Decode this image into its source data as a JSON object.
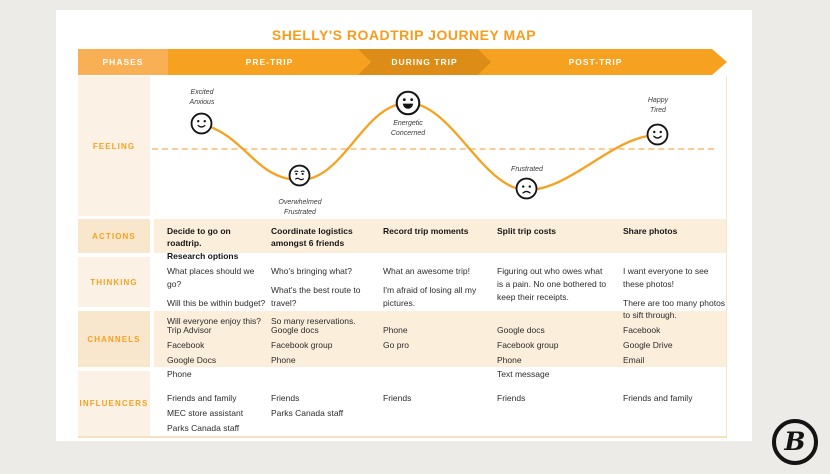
{
  "title": "SHELLY'S ROADTRIP JOURNEY MAP",
  "colors": {
    "accent": "#F7A120",
    "accent_dark": "#DD8D17",
    "accent_light": "#F9B055",
    "band_peach": "#FBEEDB",
    "label_peach": "#FBF2E5",
    "text": "#2D2D2D"
  },
  "phases": {
    "row_label": "PHASES",
    "pre": "PRE-TRIP",
    "during": "DURING TRIP",
    "post": "POST-TRIP"
  },
  "feeling": {
    "row_label": "FEELING",
    "points": [
      {
        "icon": "slight-smile-face-icon",
        "labels": [
          "Excited",
          "Anxious"
        ]
      },
      {
        "icon": "uneasy-face-icon",
        "labels": [
          "Overwhelmed",
          "Frustrated"
        ]
      },
      {
        "icon": "grinning-face-icon",
        "labels": [
          "Energetic",
          "Concerned"
        ]
      },
      {
        "icon": "frowning-face-icon",
        "labels": [
          "Frustrated"
        ]
      },
      {
        "icon": "smiling-face-icon",
        "labels": [
          "Happy",
          "Tired"
        ]
      }
    ]
  },
  "actions": {
    "row_label": "ACTIONS",
    "columns": [
      [
        "Decide to go on roadtrip.",
        "Research options"
      ],
      [
        "Coordinate logistics",
        "amongst 6 friends"
      ],
      [
        "Record trip moments"
      ],
      [
        "Split trip costs"
      ],
      [
        "Share photos"
      ]
    ]
  },
  "thinking": {
    "row_label": "THINKING",
    "columns": [
      [
        "What places should we go?",
        "Will this be within budget?",
        "Will everyone enjoy this?"
      ],
      [
        "Who's bringing what?",
        "What's the best route to travel?",
        "So many reservations."
      ],
      [
        "What an awesome trip!",
        "I'm afraid of losing all my pictures."
      ],
      [
        "Figuring out who owes what is a pain. No one bothered to keep their receipts."
      ],
      [
        "I want everyone to see these photos!",
        "There are too many photos to sift through."
      ]
    ]
  },
  "channels": {
    "row_label": "CHANNELS",
    "columns": [
      [
        "Trip Advisor",
        "Facebook",
        "Google Docs",
        "Phone"
      ],
      [
        "Google docs",
        "Facebook group",
        "Phone"
      ],
      [
        "Phone",
        "Go pro"
      ],
      [
        "Google docs",
        "Facebook group",
        "Phone",
        "Text message"
      ],
      [
        "Facebook",
        "Google Drive",
        "Email"
      ]
    ]
  },
  "influencers": {
    "row_label": "INFLUENCERS",
    "columns": [
      [
        "Friends and family",
        "MEC store assistant",
        "Parks Canada staff"
      ],
      [
        "Friends",
        "Parks Canada staff"
      ],
      [
        "Friends"
      ],
      [
        "Friends"
      ],
      [
        "Friends and family"
      ]
    ]
  },
  "logo": {
    "letter": "B"
  }
}
